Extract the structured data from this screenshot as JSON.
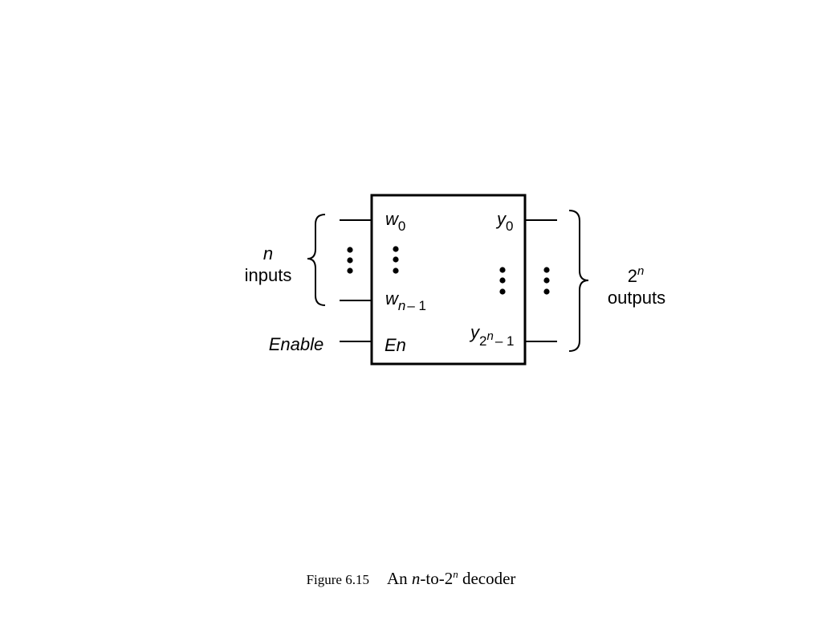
{
  "diagram": {
    "inputs_label": {
      "symbol": "n",
      "word": "inputs"
    },
    "outputs_label": {
      "base": "2",
      "exponent": "n",
      "word": "outputs"
    },
    "enable_label": "Enable",
    "ports": {
      "w0": {
        "base": "w",
        "sub": "0"
      },
      "wn1": {
        "base": "w",
        "sub": "n",
        "sub_tail": "– 1"
      },
      "en": "En",
      "y0": {
        "base": "y",
        "sub": "0"
      },
      "y2n1": {
        "base": "y",
        "sub": "2",
        "sub_sup": "n",
        "sub_tail": "– 1"
      }
    }
  },
  "caption": {
    "figure_number": "Figure 6.15",
    "title_prefix": "An ",
    "title_n": "n",
    "title_mid": "-to-2",
    "title_sup": "n",
    "title_suffix": " decoder"
  }
}
